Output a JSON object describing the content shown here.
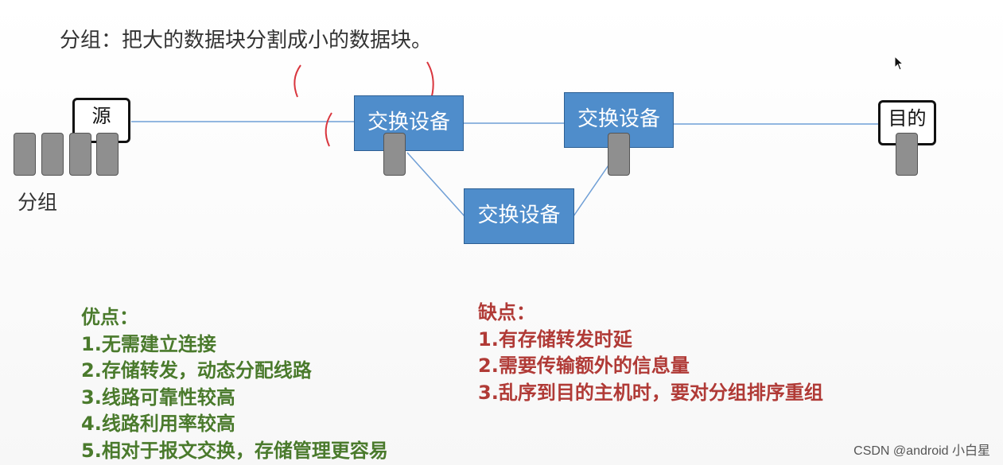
{
  "title": "分组：把大的数据块分割成小的数据块。",
  "source_label": "源",
  "dest_label": "目的",
  "packets_label": "分组",
  "switches": [
    {
      "label": "交换设备"
    },
    {
      "label": "交换设备"
    },
    {
      "label": "交换设备"
    }
  ],
  "pros": {
    "heading": "优点：",
    "items": [
      "1.无需建立连接",
      "2.存储转发，动态分配线路",
      "3.线路可靠性较高",
      "4.线路利用率较高",
      "5.相对于报文交换，存储管理更容易"
    ]
  },
  "cons": {
    "heading": "缺点：",
    "items": [
      "1.有存储转发时延",
      "2.需要传输额外的信息量",
      "3.乱序到目的主机时，要对分组排序重组"
    ]
  },
  "watermark": "CSDN @android 小白星",
  "colors": {
    "switch_fill": "#4f8dcb",
    "link_line": "#6f9fd6",
    "pros_text": "#4a7a2c",
    "cons_text": "#b03a36",
    "annotation": "#d9363e"
  }
}
